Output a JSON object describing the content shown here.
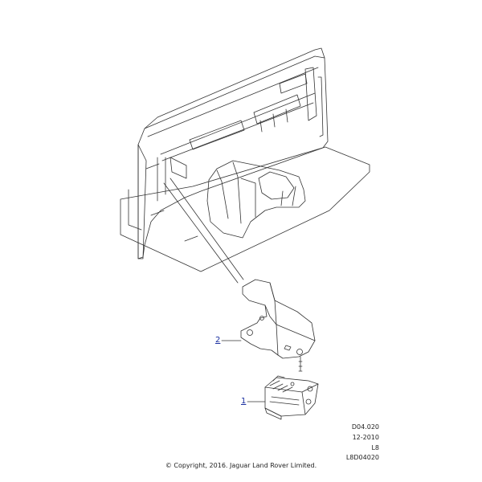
{
  "callouts": [
    {
      "number": "2",
      "part": "bracket"
    },
    {
      "number": "1",
      "part": "module"
    }
  ],
  "reference": {
    "code": "D04.020",
    "date": "12-2010",
    "model": "L8",
    "drawing_number": "L8D04020"
  },
  "copyright": "© Copyright, 2016. Jaguar Land Rover Limited.",
  "colors": {
    "line": "#333333",
    "callout": "#1a2fa0",
    "background": "#ffffff"
  }
}
